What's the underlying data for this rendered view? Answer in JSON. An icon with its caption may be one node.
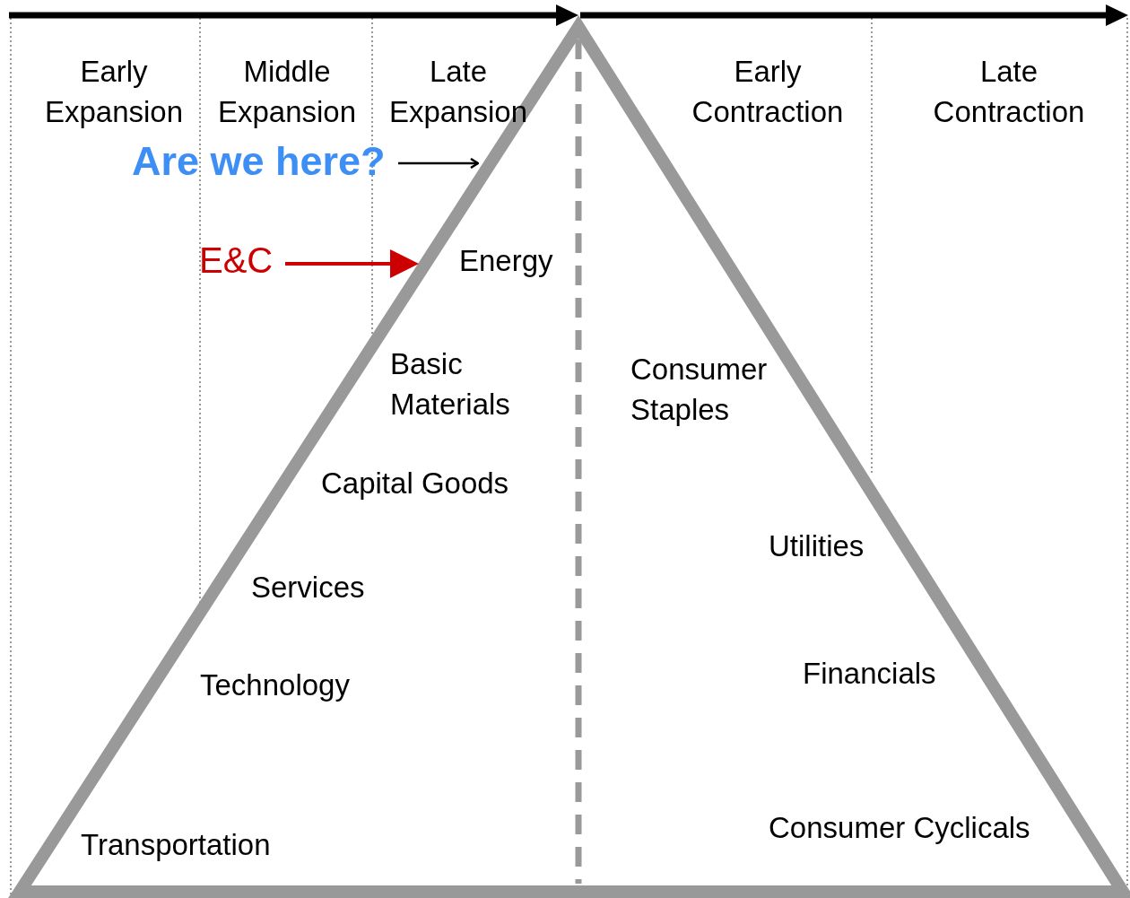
{
  "diagram": {
    "nodes": [
      {
        "text": [
          "Are we here?"
        ]
      },
      {
        "text": [
          "E&C"
        ]
      }
    ],
    "edges": [
      {
        "from": 0,
        "to": null,
        "arrow": "to"
      },
      {
        "from": 1,
        "to": null,
        "arrow": "to",
        "color": "#cc0000"
      }
    ],
    "labels": [
      "Early Expansion",
      "Middle Expansion",
      "Late Expansion",
      "Early Contraction",
      "Late Contraction",
      "Energy",
      "Basic Materials",
      "Consumer Staples",
      "Capital Goods",
      "Utilities",
      "Services",
      "Financials",
      "Technology",
      "Consumer Cyclicals",
      "Transportation"
    ]
  }
}
